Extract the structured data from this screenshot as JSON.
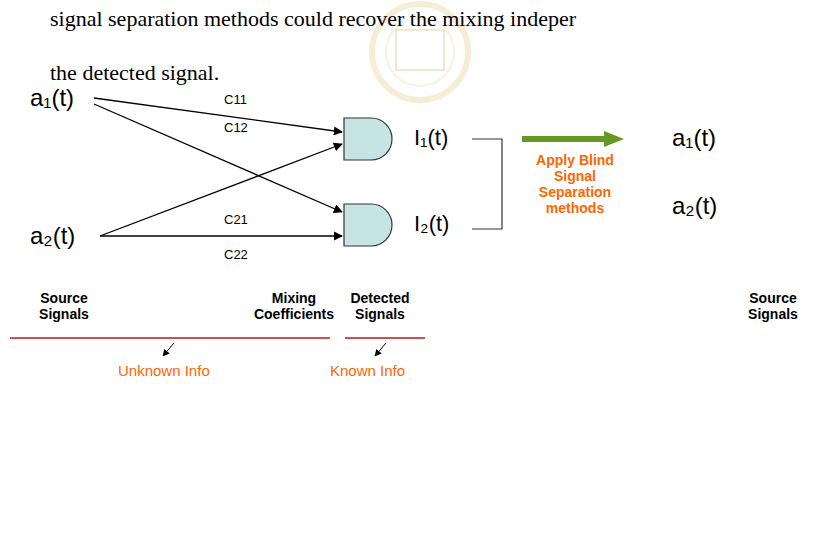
{
  "diagram": {
    "nodes": [
      {
        "text": [
          "I₁(t)"
        ]
      },
      {
        "text": [
          "I₂(t)"
        ]
      }
    ],
    "labels": [
      "signal separation methods could recover the mixing indeper",
      "the detected signal.",
      "a₁(t)",
      "a₂(t)",
      "C11",
      "C12",
      "C21",
      "C22",
      "Apply Blind Signal Separation methods",
      "a₁(t)",
      "a₂(t)",
      "Source Signals",
      "Mixing Coefficients",
      "Detected Signals",
      "Source Signals",
      "Unknown Info",
      "Known Info"
    ]
  }
}
